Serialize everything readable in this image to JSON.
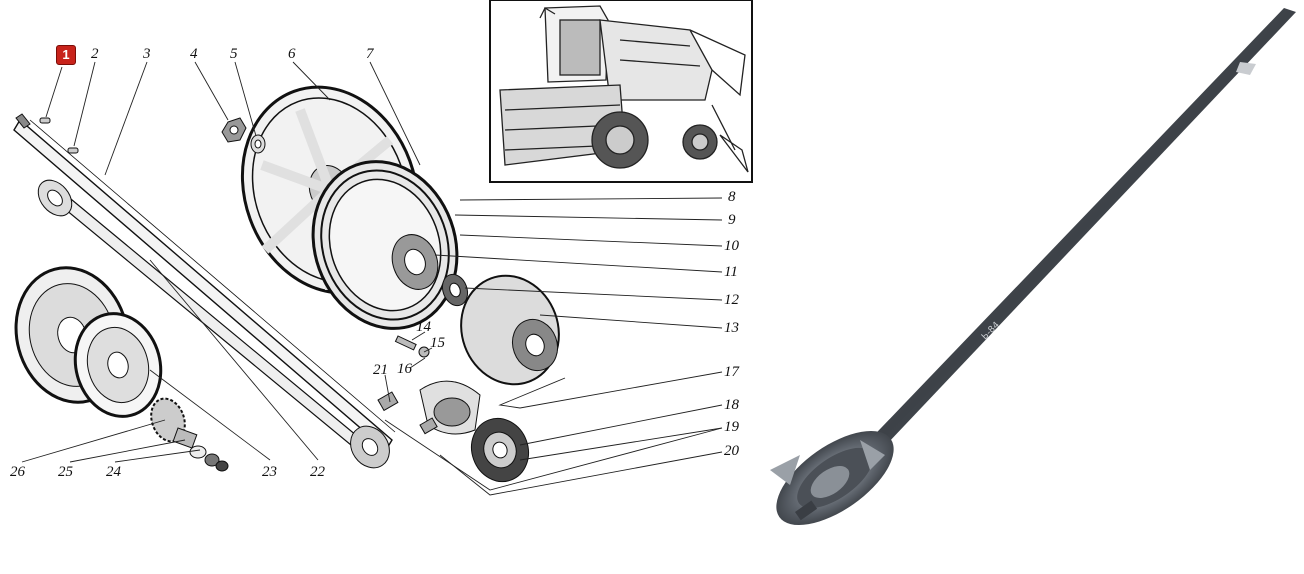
{
  "callout": {
    "highlighted": "1"
  },
  "labels": {
    "l2": "2",
    "l3": "3",
    "l4": "4",
    "l5": "5",
    "l6": "6",
    "l7": "7",
    "l8": "8",
    "l9": "9",
    "l10": "10",
    "l11": "11",
    "l12": "12",
    "l13": "13",
    "l14": "14",
    "l15": "15",
    "l16": "16",
    "l17": "17",
    "l18": "18",
    "l19": "19",
    "l20": "20",
    "l21": "21",
    "l22": "22",
    "l23": "23",
    "l24": "24",
    "l25": "25",
    "l26": "26"
  },
  "photo": {
    "marking": "Ь-84"
  }
}
